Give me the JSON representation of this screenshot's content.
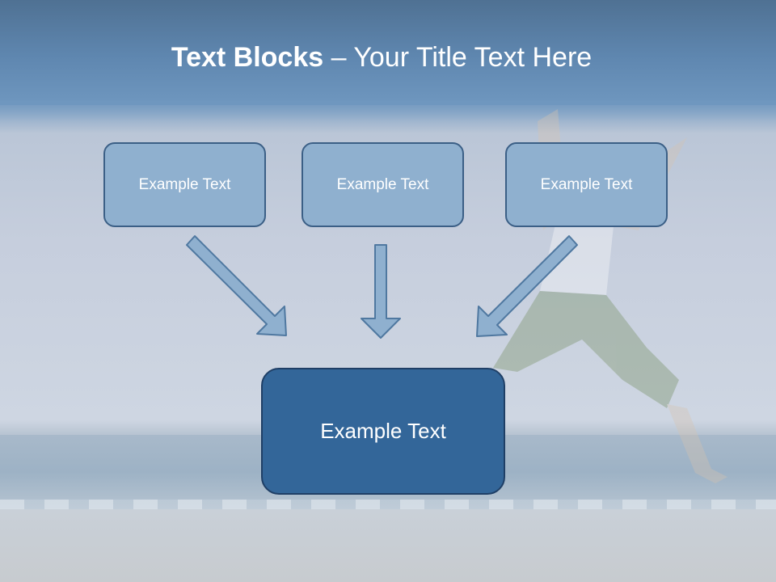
{
  "title": {
    "bold": "Text Blocks",
    "separator": " – ",
    "rest": "Your Title Text Here"
  },
  "boxes": {
    "left": "Example Text",
    "center": "Example Text",
    "right": "Example Text",
    "main": "Example Text"
  },
  "colors": {
    "small_box_fill": "#8fb0cf",
    "small_box_border": "#3b5f86",
    "main_box_fill": "#336699",
    "main_box_border": "#1f3f66",
    "arrow_fill": "#8fb0cf",
    "arrow_stroke": "#4f78a0"
  }
}
